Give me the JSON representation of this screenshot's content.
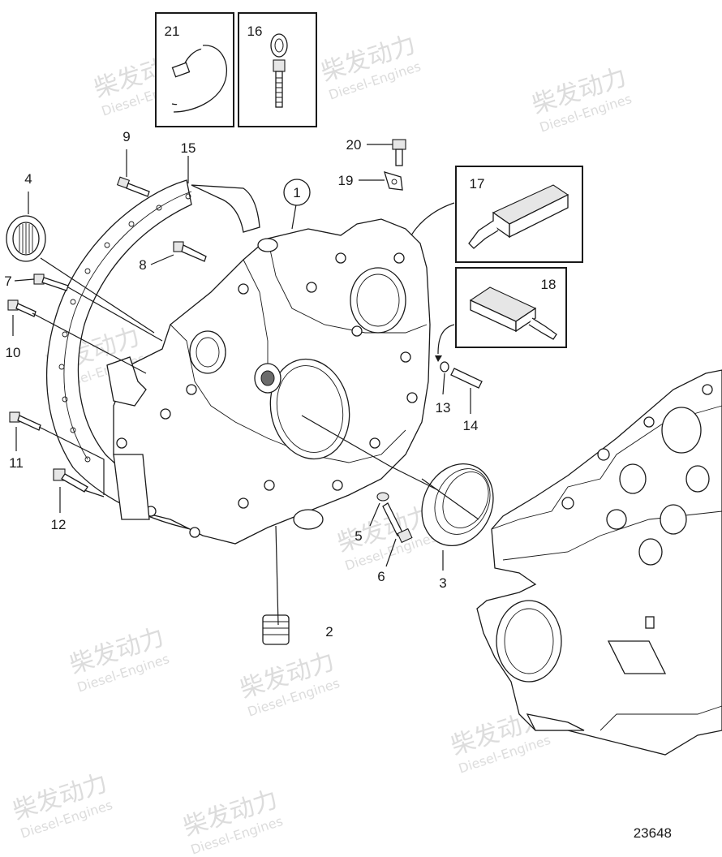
{
  "diagram_id": "23648",
  "watermark": {
    "text_cn": "柴发动力",
    "text_en": "Diesel-Engines"
  },
  "callouts": [
    {
      "label": "1"
    },
    {
      "label": "2"
    },
    {
      "label": "3"
    },
    {
      "label": "4"
    },
    {
      "label": "5"
    },
    {
      "label": "6"
    },
    {
      "label": "7"
    },
    {
      "label": "8"
    },
    {
      "label": "9"
    },
    {
      "label": "10"
    },
    {
      "label": "11"
    },
    {
      "label": "12"
    },
    {
      "label": "13"
    },
    {
      "label": "14"
    },
    {
      "label": "15"
    },
    {
      "label": "16"
    },
    {
      "label": "17"
    },
    {
      "label": "18"
    },
    {
      "label": "19"
    },
    {
      "label": "20"
    },
    {
      "label": "21"
    }
  ]
}
